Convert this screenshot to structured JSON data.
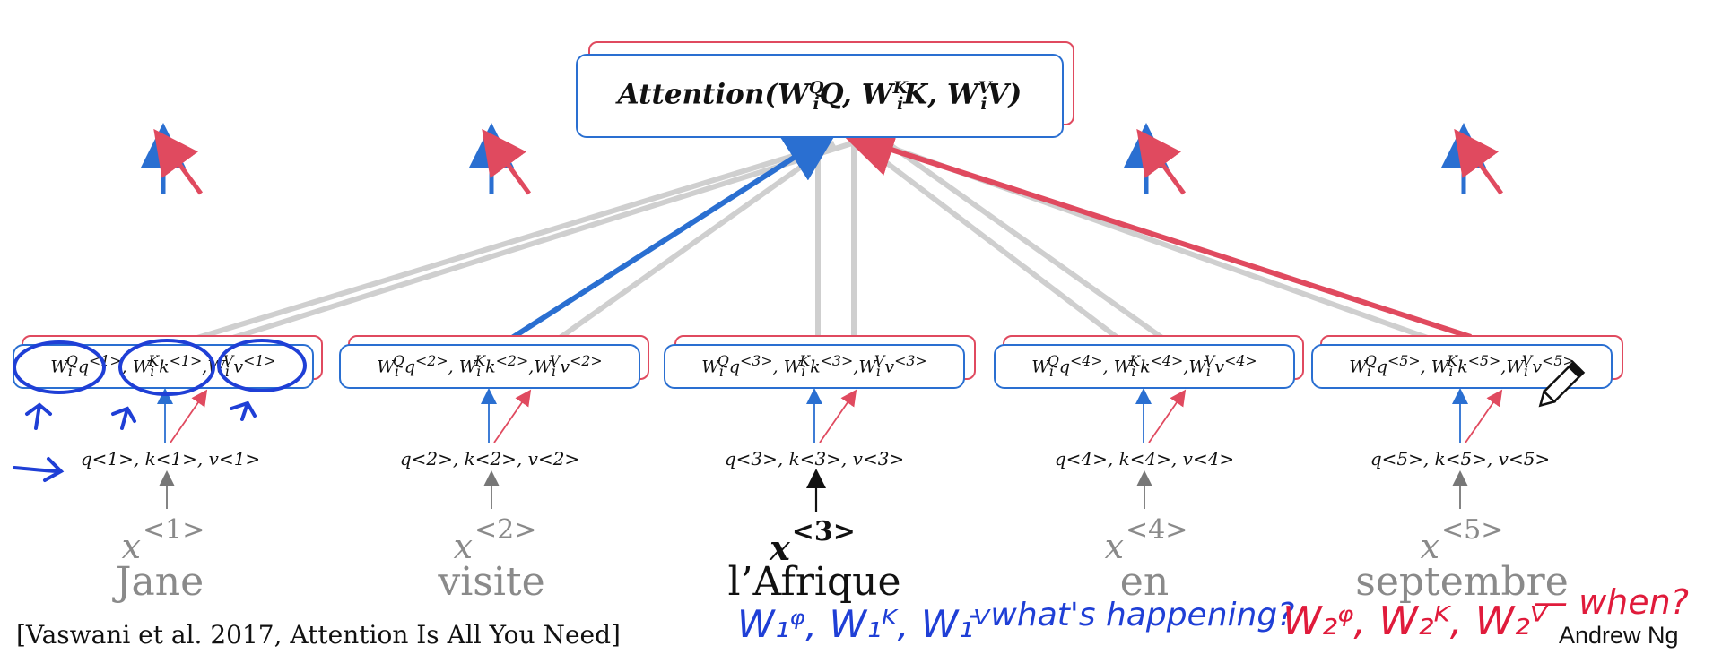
{
  "attention": {
    "func": "Attention(",
    "w1": "W",
    "q": "Q",
    "i": "i",
    "Q": "Q,",
    "K": "K",
    "Kend": "K,",
    "V": "V",
    "Vend": "V)"
  },
  "heads": [
    {
      "text_q": "q",
      "n": "<1>",
      "word": "Jane",
      "xsup": "<1>",
      "inputs": "q<1>, k<1>, v<1>"
    },
    {
      "text_q": "q",
      "n": "<2>",
      "word": "visite",
      "xsup": "<2>",
      "inputs": "q<2>, k<2>, v<2>"
    },
    {
      "text_q": "q",
      "n": "<3>",
      "word": "l’Afrique",
      "xsup": "<3>",
      "inputs": "q<3>, k<3>, v<3>"
    },
    {
      "text_q": "q",
      "n": "<4>",
      "word": "en",
      "xsup": "<4>",
      "inputs": "q<4>, k<4>, v<4>"
    },
    {
      "text_q": "q",
      "n": "<5>",
      "word": "septembre",
      "xsup": "<5>",
      "inputs": "q<5>, k<5>, v<5>"
    }
  ],
  "x_symbol": "x",
  "citation": "[Vaswani et al. 2017, Attention Is All You Need]",
  "author": "Andrew Ng",
  "annotations": {
    "blue_weights": "W₁ᵠ, W₁ᴷ, W₁ⱽ",
    "blue_question": "- what's happening?",
    "red_weights": "W₂ᵠ, W₂ᴷ, W₂ⱽ",
    "red_question": "— when?"
  },
  "colors": {
    "blue": "#2a6fd1",
    "red": "#e04a5f",
    "gray": "#cfcfcf",
    "ink_blue": "#1f3fd6",
    "ink_red": "#e01b3b"
  },
  "icons": [
    "pencil-cursor-icon"
  ]
}
